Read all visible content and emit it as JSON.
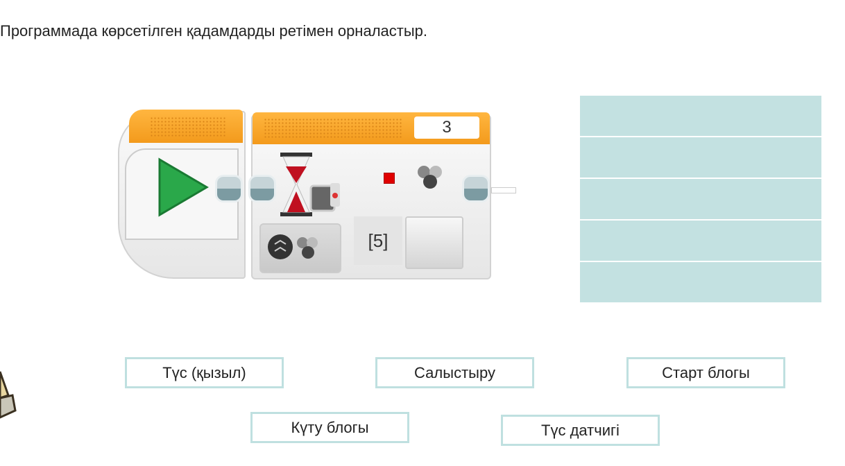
{
  "instruction": "Программада көрсетілген қадамдарды ретімен орналастыр.",
  "program": {
    "port_value": "3",
    "compare_value": "[5]",
    "color_value": "#e00000"
  },
  "drop_zones": [
    "",
    "",
    "",
    "",
    ""
  ],
  "chips": [
    {
      "label": "Түс (қызыл)"
    },
    {
      "label": "Салыстыру"
    },
    {
      "label": "Старт блогы"
    },
    {
      "label": "Күту блогы"
    },
    {
      "label": "Түс датчигі"
    }
  ]
}
